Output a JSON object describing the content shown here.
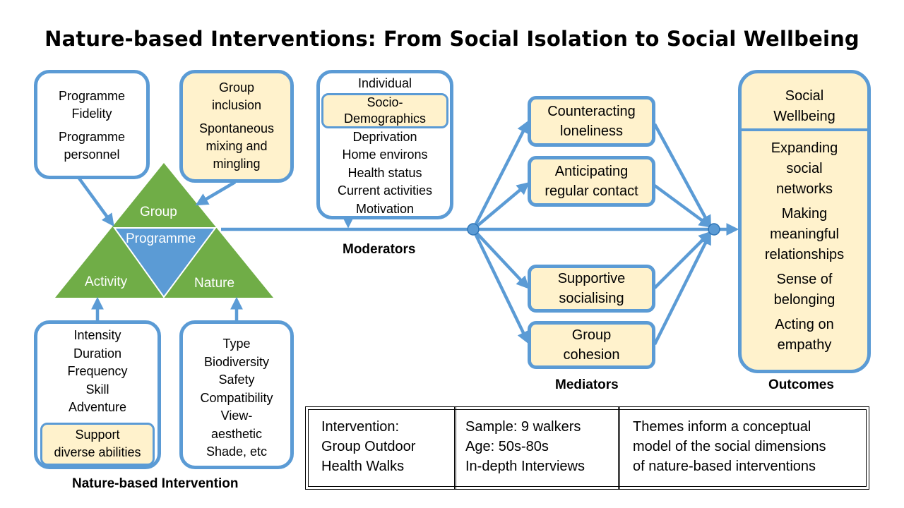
{
  "title": "Nature-based Interventions: From Social Isolation to Social Wellbeing",
  "programme_fidelity": {
    "line1": "Programme",
    "line2": "Fidelity",
    "line3": "Programme",
    "line4": "personnel"
  },
  "group_inclusion": {
    "line1": "Group",
    "line2": "inclusion",
    "line3": "Spontaneous",
    "line4": "mixing and",
    "line5": "mingling"
  },
  "moderators_box": {
    "header": "Individual",
    "socio": {
      "line1": "Socio-",
      "line2": "Demographics"
    },
    "items": [
      "Deprivation",
      "Home environs",
      "Health status",
      "Current activities",
      "Motivation"
    ]
  },
  "triangle": {
    "top": "Group",
    "center": "Programme",
    "left": "Activity",
    "right": "Nature"
  },
  "activity_box": {
    "items": [
      "Intensity",
      "Duration",
      "Frequency",
      "Skill",
      "Adventure"
    ],
    "support": {
      "line1": "Support",
      "line2": "diverse abilities"
    }
  },
  "nature_box": {
    "items": [
      "Type",
      "Biodiversity",
      "Safety",
      "Compatibility",
      "View-",
      "aesthetic",
      "Shade, etc"
    ]
  },
  "mediators": [
    {
      "line1": "Counteracting",
      "line2": "loneliness"
    },
    {
      "line1": "Anticipating",
      "line2": "regular contact"
    },
    {
      "line1": "Supportive",
      "line2": "socialising"
    },
    {
      "line1": "Group",
      "line2": "cohesion"
    }
  ],
  "outcomes": {
    "header": {
      "line1": "Social",
      "line2": "Wellbeing"
    },
    "items": [
      {
        "line1": "Expanding",
        "line2": "social",
        "line3": "networks"
      },
      {
        "line1": "Making",
        "line2": "meaningful",
        "line3": "relationships"
      },
      {
        "line1": "Sense of",
        "line2": "belonging"
      },
      {
        "line1": "Acting on",
        "line2": "empathy"
      }
    ]
  },
  "labels": {
    "moderators": "Moderators",
    "mediators": "Mediators",
    "outcomes": "Outcomes",
    "intervention": "Nature-based Intervention"
  },
  "info": {
    "col1": {
      "line1": "Intervention:",
      "line2": "Group Outdoor",
      "line3": "Health Walks"
    },
    "col2": {
      "line1": "Sample: 9 walkers",
      "line2": "Age: 50s-80s",
      "line3": "In-depth Interviews"
    },
    "col3": {
      "line1": "Themes inform a conceptual",
      "line2": "model of the social dimensions",
      "line3": "of nature-based interventions"
    }
  },
  "colors": {
    "accent_blue": "#5b9bd5",
    "triangle_green": "#70ad47",
    "center_blue": "#5b9bd5",
    "box_yellow": "#fff2cc"
  }
}
